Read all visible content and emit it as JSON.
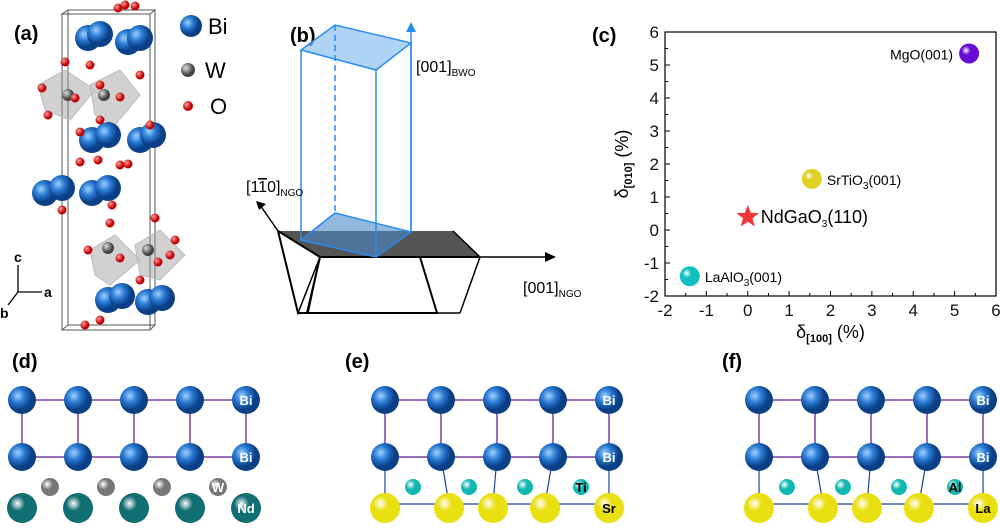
{
  "panels": {
    "a": "(a)",
    "b": "(b)",
    "c": "(c)",
    "d": "(d)",
    "e": "(e)",
    "f": "(f)"
  },
  "legend_a": {
    "bi": "Bi",
    "w": "W",
    "o": "O",
    "colors": {
      "bi": "#2a7bd4",
      "w": "#777777",
      "o": "#dd1111"
    }
  },
  "axes_a": {
    "c": "c",
    "a": "a",
    "b": "b"
  },
  "panel_b": {
    "bwo_axis": "[001]",
    "bwo_sub": "BWO",
    "ngo_110": "[1",
    "ngo_110_bar": "1",
    "ngo_110_end": "0]",
    "ngo_110_sub": "NGO",
    "ngo_001": "[001]",
    "ngo_001_sub": "NGO"
  },
  "chart_data": {
    "type": "scatter",
    "xlabel": "δ",
    "xlabel_sub": "[100]",
    "xlabel_unit": "(%)",
    "ylabel": "δ",
    "ylabel_sub": "[010]",
    "ylabel_unit": "(%)",
    "xlim": [
      -2,
      6
    ],
    "ylim": [
      -2,
      6
    ],
    "xticks": [
      "-2",
      "-1",
      "0",
      "1",
      "2",
      "3",
      "4",
      "5",
      "6"
    ],
    "yticks": [
      "-2",
      "-1",
      "0",
      "1",
      "2",
      "3",
      "4",
      "5",
      "6"
    ],
    "points": [
      {
        "label": "MgO(001)",
        "x": 5.35,
        "y": 5.35,
        "color": "#6a0ad6",
        "marker": "sphere"
      },
      {
        "label": "SrTiO",
        "label_sub": "3",
        "label_end": "(001)",
        "x": 1.55,
        "y": 1.55,
        "color": "#e0d020",
        "marker": "sphere"
      },
      {
        "label": "NdGaO",
        "label_sub": "3",
        "label_end": "(110)",
        "x": 0,
        "y": 0.4,
        "color": "#f03838",
        "marker": "star"
      },
      {
        "label": "LaAlO",
        "label_sub": "3",
        "label_end": "(001)",
        "x": -1.4,
        "y": -1.4,
        "color": "#10c0c0",
        "marker": "sphere"
      }
    ]
  },
  "interfaces": [
    {
      "top": "Bi",
      "mid": "W",
      "bottom": "Nd",
      "mid_color": "#777777",
      "bottom_color": "#116e72"
    },
    {
      "top": "Bi",
      "mid": "Ti",
      "bottom": "Sr",
      "mid_color": "#10b8b0",
      "bottom_color": "#e8e010"
    },
    {
      "top": "Bi",
      "mid": "Al",
      "bottom": "La",
      "mid_color": "#10b8b0",
      "bottom_color": "#e8e010"
    }
  ]
}
